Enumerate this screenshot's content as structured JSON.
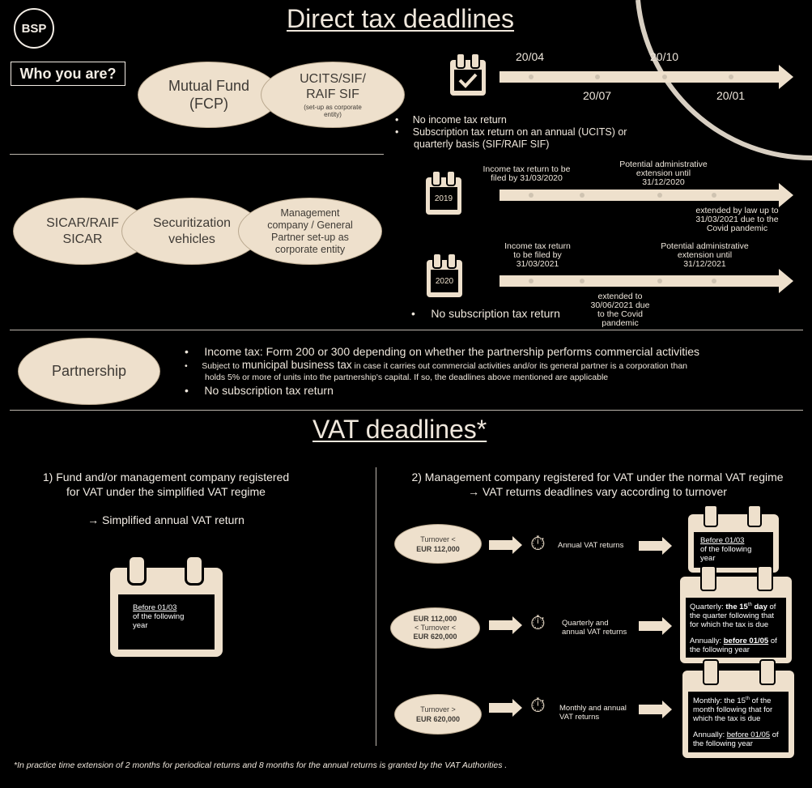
{
  "logo": "BSP",
  "title_direct": "Direct tax deadlines",
  "who_label": "Who you are?",
  "section1": {
    "oval_fcp": [
      "Mutual Fund",
      "(FCP)"
    ],
    "oval_ucits": [
      "UCITS/SIF/",
      "RAIF SIF"
    ],
    "oval_ucits_note": [
      "(set-up as corporate",
      "entity)"
    ],
    "timeline_top_labels": [
      "20/04",
      "20/10"
    ],
    "timeline_bottom_labels": [
      "20/07",
      "20/01"
    ],
    "bullets": [
      "No income tax return",
      "Subscription tax return on an annual (UCITS) or",
      "quarterly basis (SIF/RAIF SIF)"
    ]
  },
  "section2": {
    "oval_sicar": [
      "SICAR/RAIF",
      "SICAR"
    ],
    "oval_sec": [
      "Securitization",
      "vehicles"
    ],
    "oval_mgmt": [
      "Management",
      "company / General",
      "Partner set-up as",
      "corporate entity"
    ],
    "cal_2019": "2019",
    "cal_2020": "2020",
    "t2019_label1": [
      "Income tax return to be",
      "filed by 31/03/2020"
    ],
    "t2019_label2": [
      "Potential administrative",
      "extension until",
      "31/12/2020"
    ],
    "t2019_label3": [
      "extended by law up to",
      "31/03/2021 due to the",
      "Covid pandemic"
    ],
    "t2020_label1": [
      "Income tax return",
      "to be filed by",
      "31/03/2021"
    ],
    "t2020_label2": [
      "Potential administrative",
      "extension until",
      "31/12/2021"
    ],
    "t2020_label3": [
      "extended to",
      "30/06/2021 due",
      "to the Covid",
      "pandemic"
    ],
    "bullet": "No subscription tax return"
  },
  "section3": {
    "oval_partnership": "Partnership",
    "bullet1": "Income tax: Form 200 or 300 depending on whether the partnership performs commercial activities",
    "bullet2_pre": "Subject to ",
    "bullet2_big": "municipal business tax",
    "bullet2_post": " in case it carries out commercial activities and/or its general partner is a corporation than",
    "bullet2_line2": "holds 5% or more of units into the partnership's capital. If so, the deadlines above mentioned are applicable",
    "bullet3": "No subscription tax return"
  },
  "title_vat": "VAT deadlines*",
  "vat_left": {
    "heading": [
      "1) Fund and/or management company registered",
      "for VAT under the simplified VAT regime"
    ],
    "result": "→ Simplified annual VAT return",
    "cal_text_u": "Before 01/03",
    "cal_text": [
      "of the following",
      "year"
    ]
  },
  "vat_right": {
    "heading": [
      "2) Management company registered for VAT under the normal VAT regime",
      "→ VAT returns deadlines vary according to turnover"
    ],
    "rows": [
      {
        "turnover": [
          "Turnover <",
          "EUR 112,000"
        ],
        "returns": [
          "Annual VAT returns"
        ]
      },
      {
        "turnover": [
          "EUR 112,000",
          "< Turnover <",
          "EUR 620,000"
        ],
        "returns": [
          "Quarterly and",
          "annual VAT returns"
        ]
      },
      {
        "turnover": [
          "Turnover >",
          "EUR 620,000"
        ],
        "returns": [
          "Monthly and annual",
          "VAT returns"
        ]
      }
    ],
    "cal1_u": "Before 01/03",
    "cal1": [
      "of the following",
      "year"
    ],
    "cal2_q_pre": "Quarterly: ",
    "cal2_q_bold": "the 15",
    "cal2_q_sup": "th",
    "cal2_q_bold2": " day",
    "cal2_q_post": " of",
    "cal2_q_lines": [
      "the quarter following that",
      "for which the tax is due"
    ],
    "cal2_a_pre": "Annually: ",
    "cal2_a_u": "before 01/05",
    "cal2_a_post": " of",
    "cal2_a_line": "the following year",
    "cal3_m_pre": "Monthly: the 15",
    "cal3_m_sup": "th",
    "cal3_m_post": " of the",
    "cal3_m_lines": [
      "month following that for",
      "which the tax is due"
    ],
    "cal3_a_pre": "Annually: ",
    "cal3_a_u": "before 01/05",
    "cal3_a_post": " of",
    "cal3_a_line": "the following year"
  },
  "footnote": "*In  practice time extension of 2 months for periodical returns and 8 months for the annual returns is granted by the VAT Authorities ."
}
